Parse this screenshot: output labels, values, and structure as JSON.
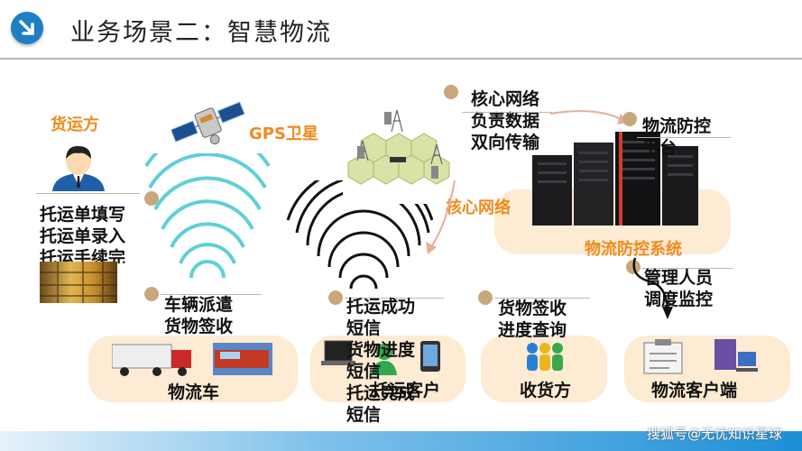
{
  "title": "业务场景二：智慧物流",
  "watermark": "搜狐号@无忧知识星球",
  "shipper": {
    "label": "货运方",
    "lines": [
      "托运单填写",
      "托运单录入",
      "托运手续完"
    ]
  },
  "gps": {
    "label": "GPS卫星"
  },
  "core_network": {
    "label": "核心网络",
    "lines": [
      "核心网络",
      "负责数据",
      "双向传输"
    ]
  },
  "control_platform": {
    "lines": [
      "物流防控",
      "平台"
    ],
    "system_label": "物流防控系统"
  },
  "manager": {
    "lines": [
      "管理人员",
      "调度监控"
    ]
  },
  "truck_step": {
    "lines": [
      "车辆派遣",
      "货物签收"
    ],
    "label": "物流车"
  },
  "shipping_step": {
    "lines": [
      "托运成功",
      "短信",
      "货物进度",
      "短信",
      "托运完成",
      "短信"
    ],
    "label": "托运客户"
  },
  "receiver_step": {
    "lines": [
      "货物签收",
      "进度查询"
    ],
    "label": "收货方"
  },
  "client_label": "物流客户端",
  "colors": {
    "accent": "#1f7fc4",
    "orange": "#f08a1c",
    "pill": "#fdebd3",
    "teal": "#5ed0d6"
  }
}
